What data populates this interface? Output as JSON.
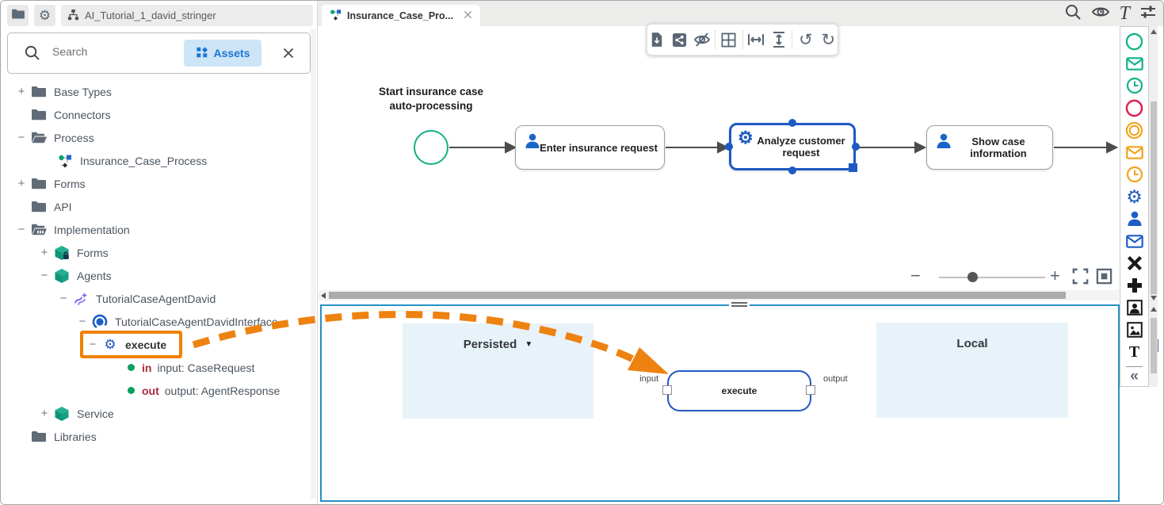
{
  "left_panel": {
    "project_tab": "AI_Tutorial_1_david_stringer",
    "search": {
      "placeholder": "Search",
      "assets_label": "Assets"
    },
    "tree": {
      "items": [
        {
          "label": "Base Types",
          "expander": "+",
          "icon": "folder"
        },
        {
          "label": "Connectors",
          "icon": "folder"
        },
        {
          "label": "Process",
          "expander": "−",
          "icon": "folder-open"
        },
        {
          "label": "Insurance_Case_Process",
          "icon": "process"
        },
        {
          "label": "Forms",
          "expander": "+",
          "icon": "folder"
        },
        {
          "label": "API",
          "icon": "folder"
        },
        {
          "label": "Implementation",
          "expander": "−",
          "icon": "folder-implementation"
        },
        {
          "label": "Forms",
          "expander": "+",
          "icon": "module-locked"
        },
        {
          "label": "Agents",
          "expander": "−",
          "icon": "module"
        },
        {
          "label": "TutorialCaseAgentDavid",
          "expander": "−",
          "icon": "agent"
        },
        {
          "label": "TutorialCaseAgentDavidInterface",
          "expander": "−",
          "icon": "interface"
        },
        {
          "label": "execute",
          "expander": "−",
          "icon": "gear",
          "highlighted": true
        },
        {
          "kind": "in",
          "text": "input: CaseRequest",
          "icon": "green-dot"
        },
        {
          "kind": "out",
          "text": "output: AgentResponse",
          "icon": "green-dot"
        },
        {
          "label": "Service",
          "expander": "+",
          "icon": "module"
        },
        {
          "label": "Libraries",
          "icon": "folder"
        }
      ]
    }
  },
  "main": {
    "tab": {
      "title": "Insurance_Case_Pro..."
    },
    "toolbar_icons": [
      "export-file",
      "share",
      "hide-eye",
      "grid",
      "horizontal-space",
      "vertical-space",
      "undo",
      "redo"
    ],
    "toolbar": {
      "undo_glyph": "↺",
      "redo_glyph": "↻"
    },
    "top_icons": [
      "search",
      "preview-eye",
      "text-style",
      "tune"
    ],
    "flow": {
      "start_label_line1": "Start insurance case",
      "start_label_line2": "auto-processing",
      "tasks": [
        {
          "label": "Enter insurance request",
          "icon": "user"
        },
        {
          "label": "Analyze customer request",
          "icon": "gear",
          "selected": true
        },
        {
          "label": "Show case information",
          "icon": "user"
        }
      ]
    },
    "zoom_controls": {
      "minus": "−",
      "plus": "+"
    }
  },
  "bottom_panel": {
    "persisted_label": "Persisted",
    "local_label": "Local",
    "execute_node_label": "execute",
    "input_port_label": "input",
    "output_port_label": "output"
  },
  "palette": {
    "icons": [
      "start-event-circle",
      "message-teal",
      "timer-teal",
      "end-event-circle",
      "intermediate-event-double-circle",
      "message-amber",
      "timer-amber",
      "service-gear",
      "user-task",
      "message-blue",
      "exclusive-gateway-x",
      "parallel-gateway-plus",
      "user-image",
      "image",
      "text",
      "collapse-chevrons"
    ],
    "text_glyph": "T",
    "collapse_glyph": "«"
  },
  "colors": {
    "accent_blue": "#1d5ac2",
    "teal": "#0fb389",
    "orange_highlight": "#ee8211",
    "panel_border_blue": "#2591c4",
    "light_blue_box": "#e8f2f9",
    "red": "#e02050",
    "amber": "#f0a31a"
  }
}
